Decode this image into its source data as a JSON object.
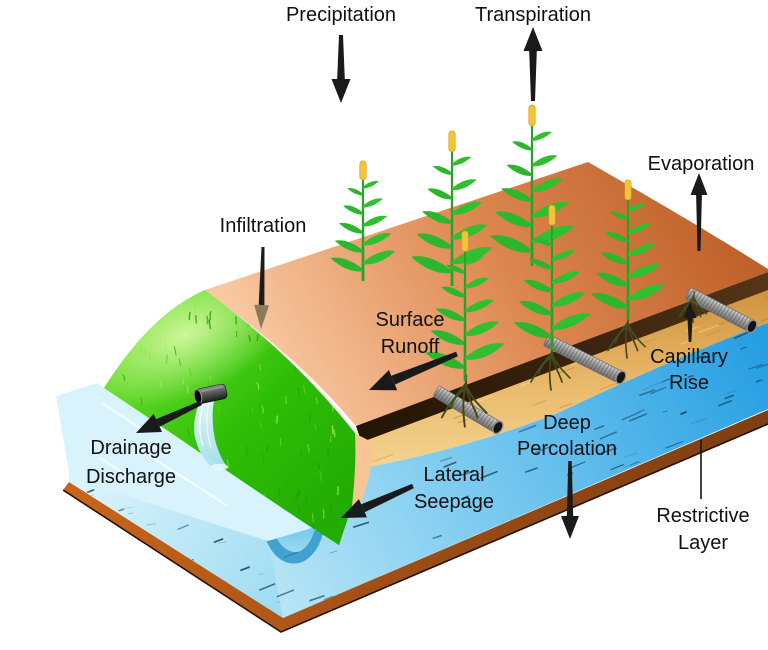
{
  "labels": {
    "precipitation": "Precipitation",
    "transpiration": "Transpiration",
    "evaporation": "Evaporation",
    "infiltration": "Infiltration",
    "surface_runoff": "Surface\nRunoff",
    "capillary_rise": "Capillary\nRise",
    "deep_percolation": "Deep\nPercolation",
    "drainage_discharge": "Drainage\nDischarge",
    "lateral_seepage": "Lateral\nSeepage",
    "restrictive_layer": "Restrictive\nLayer"
  },
  "colors": {
    "field_surface": "#DD8750",
    "grass": "#2FBE06",
    "soil": "#EBBC6E",
    "groundwater": "#6FC4EE",
    "channel_water": "#D8F3FB",
    "restrictive_layer": "#9A4C15",
    "cut_edge": "#3D2510",
    "arrow": "#1A1A1A",
    "infiltration_arrowhead": "#8C7A5F",
    "corn_leaf": "#2FBF2F",
    "corn_tassel": "#F4C338",
    "drain_pipe": "#A9A9A9",
    "pipe_opening": "#141414"
  },
  "icons": {
    "arrows": [
      {
        "name": "precipitation-arrow",
        "direction": "down"
      },
      {
        "name": "transpiration-arrow",
        "direction": "up"
      },
      {
        "name": "evaporation-arrow",
        "direction": "up"
      },
      {
        "name": "infiltration-arrow",
        "direction": "down"
      },
      {
        "name": "surface-runoff-arrow",
        "direction": "down-left"
      },
      {
        "name": "capillary-rise-arrow",
        "direction": "up"
      },
      {
        "name": "deep-percolation-arrow",
        "direction": "down"
      },
      {
        "name": "drainage-discharge-arrow",
        "direction": "down-left"
      },
      {
        "name": "lateral-seepage-arrow",
        "direction": "down-left"
      }
    ]
  }
}
